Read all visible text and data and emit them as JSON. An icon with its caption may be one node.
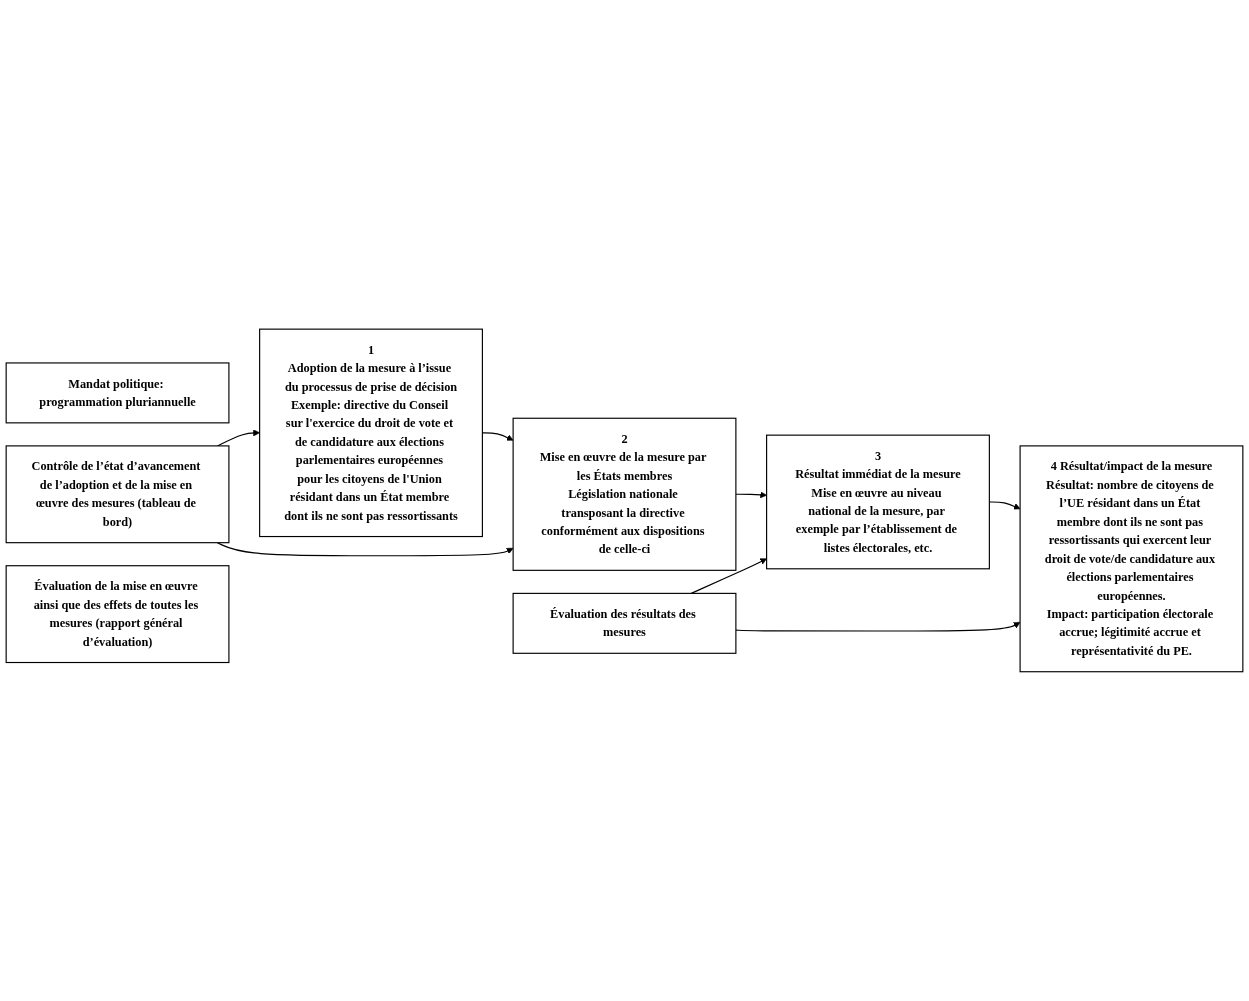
{
  "diagram": {
    "nodes": [
      {
        "text": [
          "Mandat politique: programmation pluriannuelle"
        ]
      },
      {
        "text": [
          "1",
          "Adoption de la mesure à l’issue du processus de prise de décision",
          "Exemple: directive du Conseil sur l'exercice du droit de vote et de candidature aux élections parlementaires européennes pour les citoyens de l'Union résidant dans un État membre dont ils ne sont pas ressortissants"
        ]
      },
      {
        "text": [
          "2",
          "Mise en œuvre de la mesure par les États membres",
          "Législation nationale transposant la directive conformément aux dispositions de celle-ci"
        ]
      },
      {
        "text": [
          "3",
          "Résultat immédiat de la mesure",
          "Mise en œuvre au niveau national de la mesure, par exemple par l’établissement de listes électorales, etc."
        ]
      },
      {
        "text": [
          "4 Résultat/impact de la mesure",
          "Résultat: nombre de citoyens de l’UE résidant dans un État membre dont ils ne sont pas ressortissants qui exercent leur droit de vote/de candidature aux élections parlementaires européennes.",
          "Impact: participation électorale accrue; légitimité accrue et représentativité du PE."
        ]
      },
      {
        "text": [
          "Contrôle de l’état d’avancement de l’adoption et de la mise en œuvre des mesures (tableau de bord)"
        ]
      },
      {
        "text": [
          "Évaluation des résultats des mesures"
        ]
      },
      {
        "text": [
          "Évaluation de la mise en œuvre ainsi que des effets de toutes les mesures (rapport général d’évaluation)"
        ]
      }
    ],
    "edges": [
      {
        "from": 1,
        "to": 2,
        "arrow": "to"
      },
      {
        "from": 2,
        "to": 3,
        "arrow": "to"
      },
      {
        "from": 3,
        "to": 4,
        "arrow": "to"
      },
      {
        "from": 5,
        "to": 1,
        "arrow": "to"
      },
      {
        "from": 5,
        "to": 2,
        "arrow": "to"
      },
      {
        "from": 6,
        "to": 3,
        "arrow": "to"
      },
      {
        "from": 6,
        "to": 4,
        "arrow": "to"
      }
    ]
  }
}
